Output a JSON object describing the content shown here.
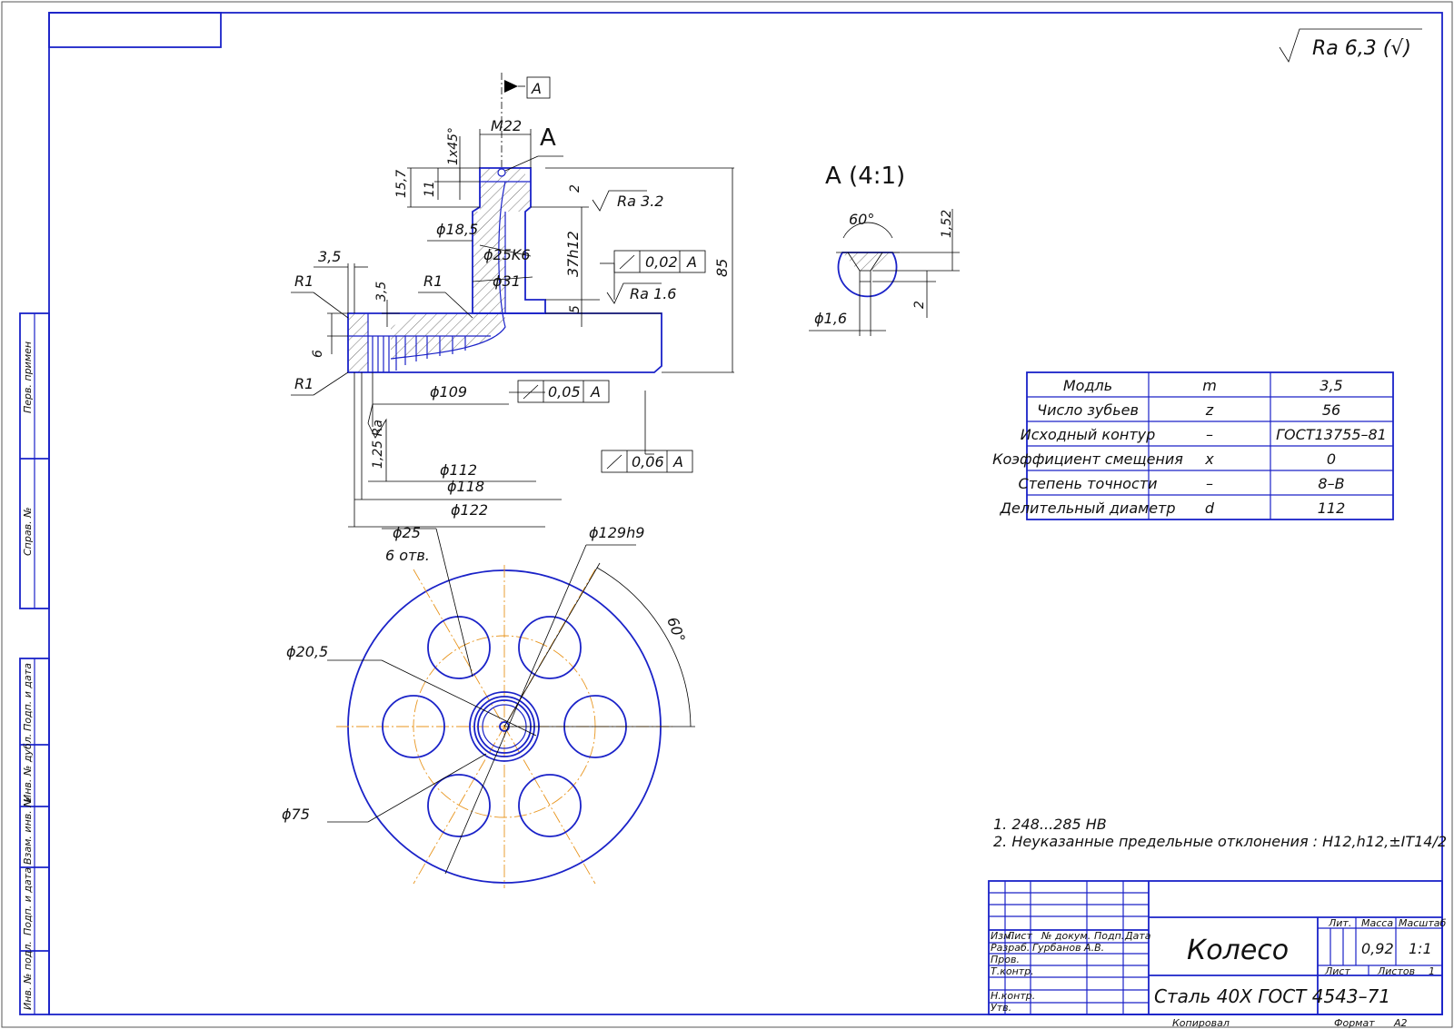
{
  "roughness": {
    "general": "Ra 6,3 (√)",
    "shaft": "Ra 3.2",
    "face": "Ra 1.6",
    "side": "1,25 Ra"
  },
  "section_marker": "A",
  "detail_view_title": "A (4:1)",
  "section_dims": {
    "thread": "M22",
    "chamfer": "1x45°",
    "d1": "15,7",
    "d2": "11",
    "d3": "2",
    "d_hub": "ϕ18,5",
    "d_bore": "ϕ25K6",
    "d_shoulder": "ϕ31",
    "len_hub": "37h12",
    "height": "85",
    "step": "5",
    "r1_a": "R1",
    "r1_b": "R1",
    "r1_c": "R1",
    "w1": "3,5",
    "w2": "3,5",
    "w3": "6",
    "d109": "ϕ109",
    "d112": "ϕ112",
    "d118": "ϕ118",
    "d122": "ϕ122"
  },
  "tolerance_frames": [
    {
      "value": "0,02",
      "datum": "A"
    },
    {
      "value": "0,05",
      "datum": "A"
    },
    {
      "value": "0,06",
      "datum": "A"
    }
  ],
  "detail_dims": {
    "angle": "60°",
    "depth": "1,52",
    "d": "ϕ1,6",
    "h": "2"
  },
  "plan_dims": {
    "holes": "ϕ25",
    "holes_count": "6 отв.",
    "outer": "ϕ129h9",
    "inner": "ϕ20,5",
    "pcd": "ϕ75",
    "angle": "60°"
  },
  "gear_table": [
    {
      "name": "Модль",
      "sym": "m",
      "val": "3,5"
    },
    {
      "name": "Число зубьев",
      "sym": "z",
      "val": "56"
    },
    {
      "name": "Исходный контур",
      "sym": "–",
      "val": "ГОСТ13755–81"
    },
    {
      "name": "Коэффициент смещения",
      "sym": "x",
      "val": "0"
    },
    {
      "name": "Степень точности",
      "sym": "–",
      "val": "8–B"
    },
    {
      "name": "Делительный диаметр",
      "sym": "d",
      "val": "112"
    }
  ],
  "notes": [
    "1. 248...285 HB",
    "2. Неуказанные предельные отклонения : H12,h12,±IT14/2"
  ],
  "side_stamp": [
    "Перв. примен",
    "Справ. №",
    "Подп. и дата",
    "Инв. № дубл.",
    "Взам. инв. №",
    "Подп. и дата",
    "Инв. № подл."
  ],
  "title_block": {
    "part_name": "Колесо",
    "material": "Сталь 40Х  ГОСТ 4543–71",
    "col_headers": [
      "Изм.",
      "Лист",
      "№ докум.",
      "Подп.",
      "Дата"
    ],
    "rows": [
      "Разраб.",
      "Пров.",
      "Т.контр.",
      "Н.контр.",
      "Утв."
    ],
    "developer": "Гурбанов А.В.",
    "lit_label": "Лит.",
    "mass_label": "Масса",
    "scale_label": "Масштаб",
    "mass": "0,92",
    "scale": "1:1",
    "sheet_label": "Лист",
    "sheets_label": "Листов",
    "sheets": "1",
    "copied": "Копировал",
    "format_label": "Формат",
    "format": "A2"
  }
}
